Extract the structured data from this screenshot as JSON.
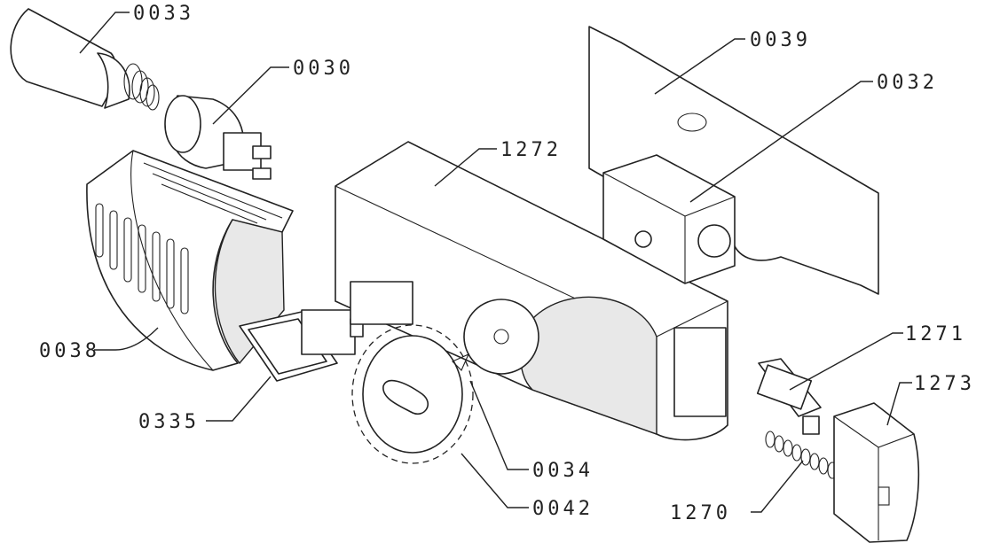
{
  "labels": {
    "l0033": "0033",
    "l0030": "0030",
    "l0039": "0039",
    "l0032": "0032",
    "l1272": "1272",
    "l1271": "1271",
    "l1273": "1273",
    "l0038": "0038",
    "l0335": "0335",
    "l0034": "0034",
    "l0042": "0042",
    "l1270": "1270"
  }
}
